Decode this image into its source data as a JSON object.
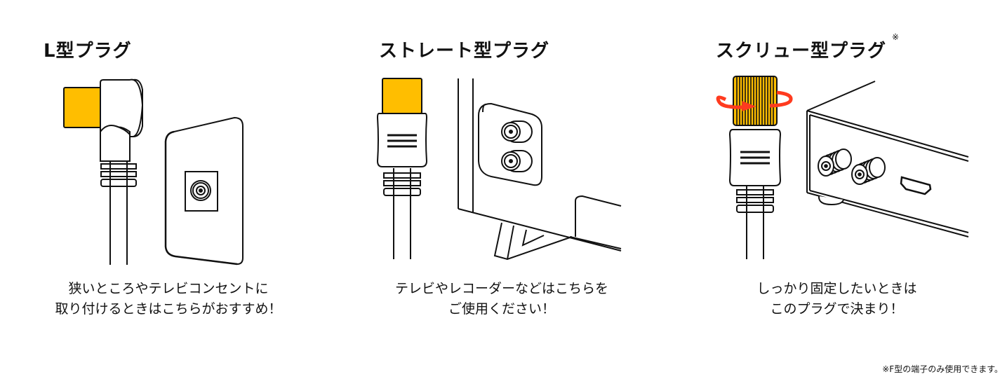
{
  "colors": {
    "plug_tip": "#FFBE00",
    "arrow": "#FF3B1F",
    "stroke": "#111111",
    "background": "#FFFFFF"
  },
  "panels": [
    {
      "title": "L型プラグ",
      "caption_line1": "狭いところやテレビコンセントに",
      "caption_line2": "取り付けるときはこちらがおすすめ！",
      "illustration": "l-plug-with-wall-outlet"
    },
    {
      "title": "ストレート型プラグ",
      "caption_line1": "テレビやレコーダーなどはこちらを",
      "caption_line2": "ご使用ください！",
      "illustration": "straight-plug-with-tv-back"
    },
    {
      "title": "スクリュー型プラグ",
      "title_mark": "※",
      "caption_line1": "しっかり固定したいときは",
      "caption_line2": "このプラグで決まり！",
      "illustration": "screw-plug-with-recorder"
    }
  ],
  "footnote": "※F型の端子のみ使用できます。"
}
